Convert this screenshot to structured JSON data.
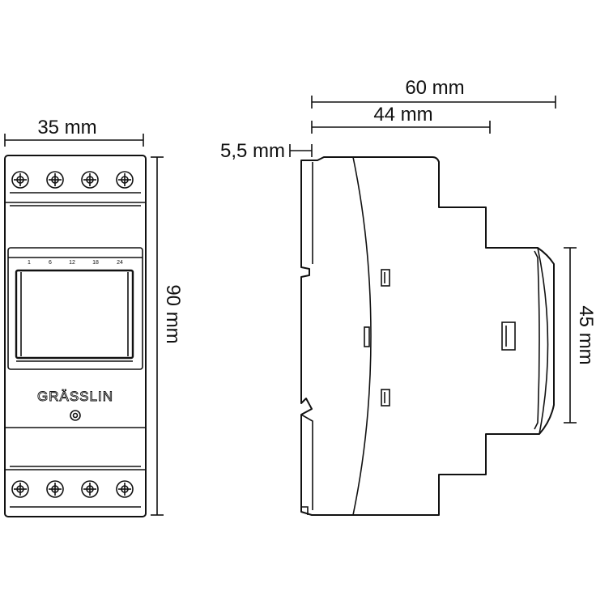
{
  "dimensions": {
    "width_front": "35 mm",
    "height_front": "90 mm",
    "depth_total": "60 mm",
    "depth_body": "44 mm",
    "offset_rail": "5,5 mm",
    "height_side": "45 mm"
  },
  "front_view": {
    "brand": "GRÄSSLIN",
    "dial_ticks": [
      "1",
      "6",
      "12",
      "18",
      "24"
    ]
  },
  "colors": {
    "line": "#111111",
    "background": "#ffffff"
  }
}
